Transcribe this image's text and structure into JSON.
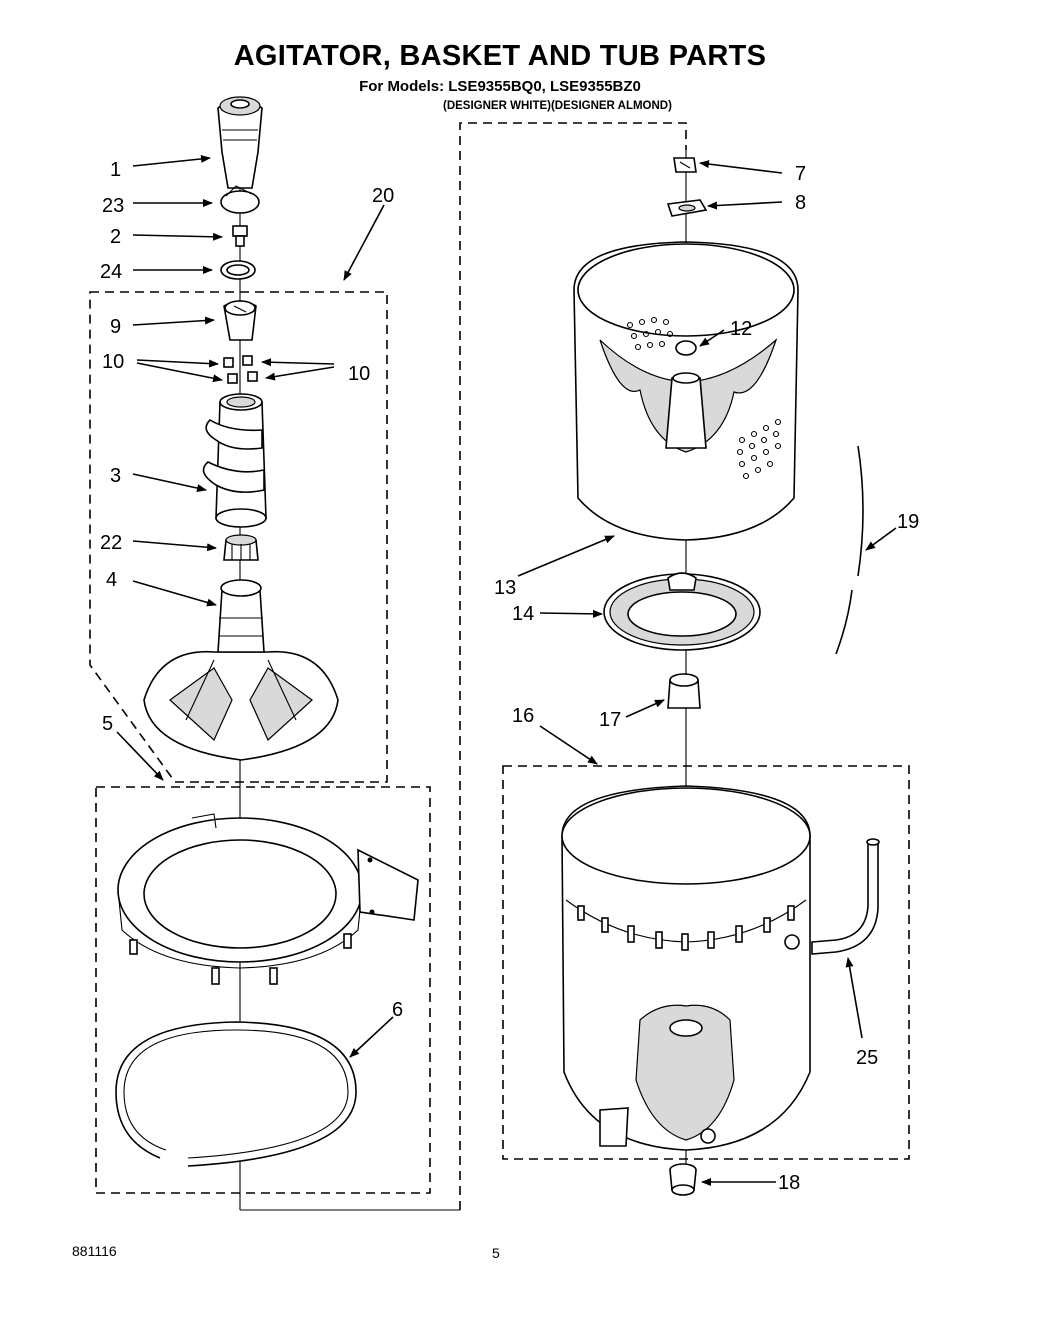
{
  "header": {
    "title": "AGITATOR, BASKET AND TUB PARTS",
    "models": "For Models: LSE9355BQ0, LSE9355BZ0",
    "variants": "(DESIGNER WHITE)(DESIGNER ALMOND)"
  },
  "callouts": {
    "c1": "1",
    "c23": "23",
    "c2": "2",
    "c24": "24",
    "c20": "20",
    "c9": "9",
    "c10a": "10",
    "c10b": "10",
    "c3": "3",
    "c22": "22",
    "c4": "4",
    "c5": "5",
    "c6": "6",
    "c7": "7",
    "c8": "8",
    "c12": "12",
    "c13": "13",
    "c14": "14",
    "c17": "17",
    "c16": "16",
    "c19": "19",
    "c25": "25",
    "c18": "18"
  },
  "footer": {
    "code": "881116",
    "page_number": "5"
  }
}
